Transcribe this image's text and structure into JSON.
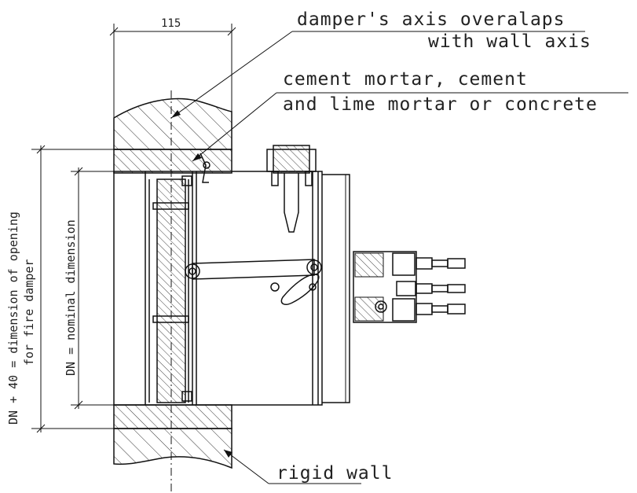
{
  "labels": {
    "axis_line1": "damper's axis overalaps",
    "axis_line2": "with wall axis",
    "mortar_line1": "cement mortar, cement",
    "mortar_line2": "and lime mortar or concrete",
    "rigid_wall": "rigid wall",
    "dim_115": "115",
    "opening_line1": "DN + 40 = dimension of opening",
    "opening_line2": "for fire damper",
    "nominal": "DN = nominal dimension"
  }
}
